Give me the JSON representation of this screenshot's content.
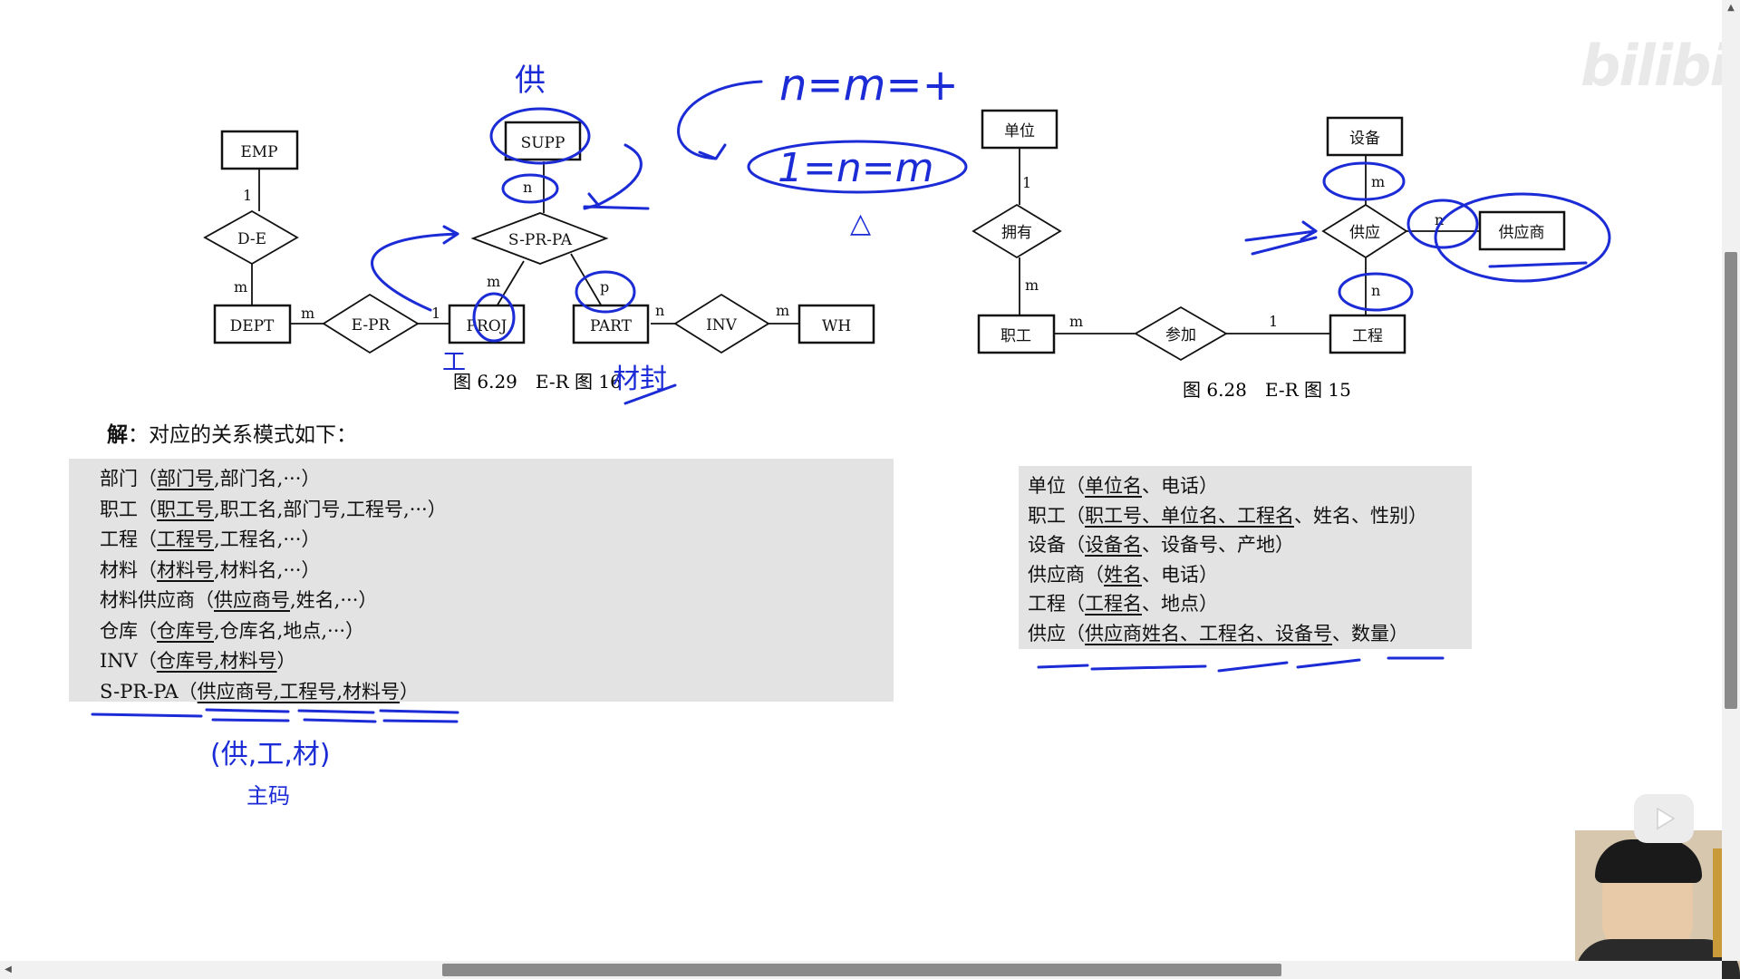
{
  "diagram_left": {
    "entities": {
      "emp": "EMP",
      "dept": "DEPT",
      "supp": "SUPP",
      "proj": "PROJ",
      "part": "PART",
      "wh": "WH"
    },
    "relationships": {
      "de": "D-E",
      "epr": "E-PR",
      "sprpa": "S-PR-PA",
      "inv": "INV"
    },
    "cardinalities": {
      "emp_de": "1",
      "de_dept": "m",
      "dept_epr": "m",
      "epr_proj": "1",
      "supp_sprpa": "n",
      "sprpa_proj": "m",
      "sprpa_part": "p",
      "part_inv": "n",
      "inv_wh": "m"
    },
    "caption": "图 6.29　E-R 图 16"
  },
  "diagram_right": {
    "entities": {
      "unit": "单位",
      "worker": "职工",
      "project": "工程",
      "equipment": "设备",
      "supplier": "供应商"
    },
    "relationships": {
      "own": "拥有",
      "join": "参加",
      "supply": "供应"
    },
    "cardinalities": {
      "unit_own": "1",
      "own_worker": "m",
      "worker_join": "m",
      "join_project": "1",
      "equip_supply": "m",
      "supply_supplier": "n",
      "supply_project": "n"
    },
    "caption": "图 6.28　E-R 图 15"
  },
  "solution_heading": {
    "bold": "解",
    "text": "：对应的关系模式如下："
  },
  "left_schema": [
    {
      "name": "部门",
      "open": "（",
      "key": "部门号",
      "rest": ",部门名,···）"
    },
    {
      "name": "职工",
      "open": "（",
      "key": "职工号",
      "rest": ",职工名,部门号,工程号,···）"
    },
    {
      "name": "工程",
      "open": "（",
      "key": "工程号",
      "rest": ",工程名,···）"
    },
    {
      "name": "材料",
      "open": "（",
      "key": "材料号",
      "rest": ",材料名,···）"
    },
    {
      "name": "材料供应商",
      "open": "（",
      "key": "供应商号",
      "rest": ",姓名,···）"
    },
    {
      "name": "仓库",
      "open": "（",
      "key": "仓库号",
      "rest": ",仓库名,地点,···）"
    },
    {
      "name": "INV",
      "open": "（",
      "key": "仓库号,材料号",
      "rest": "）"
    },
    {
      "name": "S-PR-PA",
      "open": "（",
      "key": "供应商号,工程号,材料号",
      "rest": "）"
    }
  ],
  "right_schema": [
    {
      "name": "单位",
      "open": "（",
      "key": "单位名",
      "rest": "、电话）"
    },
    {
      "name": "职工",
      "open": "（",
      "key": "职工号、单位名、工程名",
      "rest": "、姓名、性别）"
    },
    {
      "name": "设备",
      "open": "（",
      "key": "设备名",
      "rest": "、设备号、产地）"
    },
    {
      "name": "供应商",
      "open": "（",
      "key": "姓名",
      "rest": "、电话）"
    },
    {
      "name": "工程",
      "open": "（",
      "key": "工程名",
      "rest": "、地点）"
    },
    {
      "name": "供应",
      "open": "（",
      "key": "供应商姓名、工程名、设备号",
      "rest": "、数量）"
    }
  ],
  "annotations": {
    "supp_note": "供",
    "formula_top": "n=m=+",
    "formula_circled": "1=n=m",
    "delta": "△",
    "proj_note": "工",
    "part_note": "材封",
    "tuple_note": "(供,工,材)",
    "key_note": "主码"
  },
  "watermark": "bilibili",
  "colors": {
    "ink": "#1b2bd6",
    "panel": "#e3e3e3",
    "text": "#111111"
  }
}
